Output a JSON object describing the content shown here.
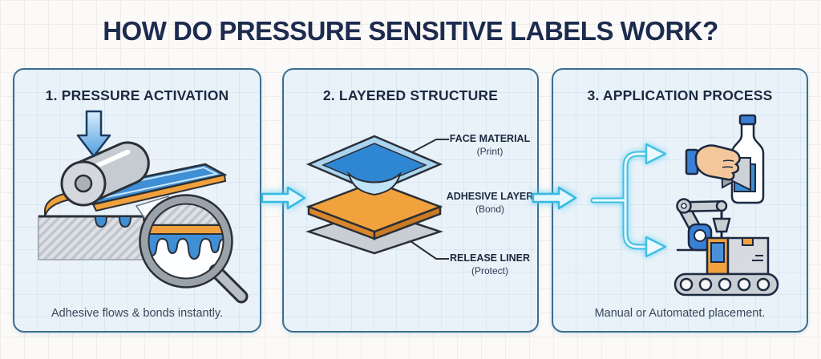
{
  "title": "HOW DO PRESSURE SENSITIVE LABELS WORK?",
  "panel1": {
    "heading": "1. PRESSURE ACTIVATION",
    "caption": "Adhesive flows & bonds instantly."
  },
  "panel2": {
    "heading": "2. LAYERED STRUCTURE",
    "layers": [
      {
        "name": "FACE MATERIAL",
        "sub": "(Print)"
      },
      {
        "name": "ADHESIVE LAYER",
        "sub": "(Bond)"
      },
      {
        "name": "RELEASE LINER",
        "sub": "(Protect)"
      }
    ]
  },
  "panel3": {
    "heading": "3. APPLICATION PROCESS",
    "caption": "Manual or Automated placement."
  },
  "colors": {
    "heading_navy": "#1d2b4f",
    "face_blue": "#2f86d2",
    "adhesive_orange": "#f2a23c",
    "liner_gray": "#c9ced4",
    "arrow_cyan": "#36b9e2",
    "panel_border": "#3c6e91",
    "panel_background": "#eaf2f9"
  }
}
